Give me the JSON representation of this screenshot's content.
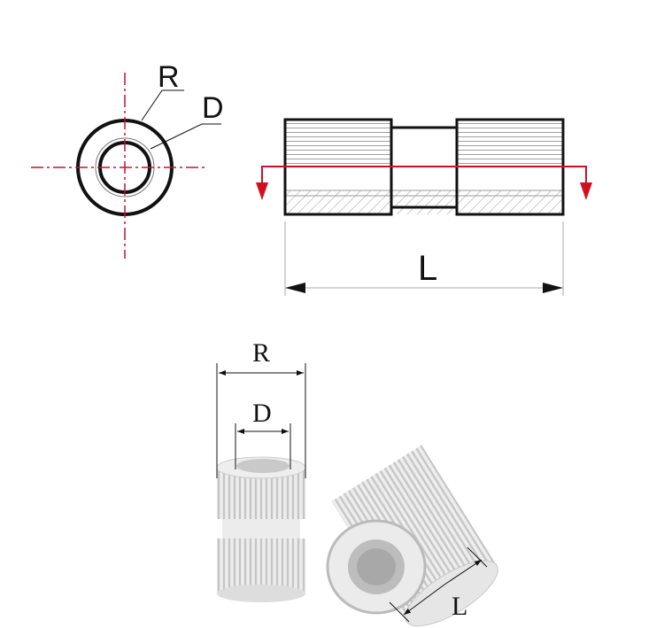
{
  "end_view": {
    "outer_label": "R",
    "inner_label": "D"
  },
  "side_view": {
    "length_label": "L"
  },
  "photo": {
    "outer_label": "R",
    "inner_label": "D",
    "length_label": "L"
  },
  "colors": {
    "centerline": "#c8102e",
    "outline": "#111111",
    "hatch": "#999999"
  }
}
